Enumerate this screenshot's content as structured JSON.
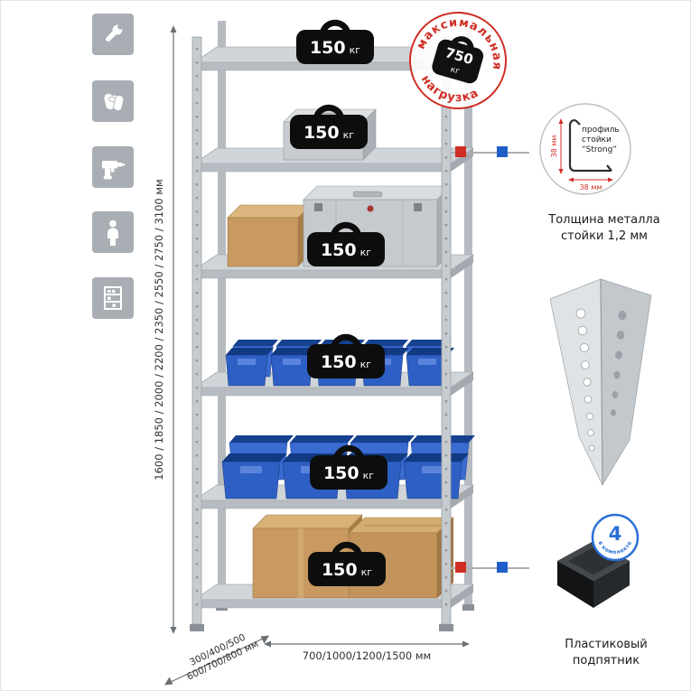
{
  "colors": {
    "accent_red": "#cf2e24",
    "accent_blue": "#1f5fc9",
    "metal_gray": "#c6cbcf",
    "bin_blue": "#2e5fc4",
    "box_tan": "#c89a62",
    "badge_black": "#0d0d0d"
  },
  "icons": [
    {
      "name": "wrench-icon"
    },
    {
      "name": "gloves-icon"
    },
    {
      "name": "drill-icon"
    },
    {
      "name": "person-icon"
    },
    {
      "name": "rack-icon"
    }
  ],
  "badge": {
    "value": "150",
    "unit": "кг"
  },
  "stamp": {
    "arc_top": "максимальная",
    "arc_bottom": "нагрузка",
    "value": "750",
    "unit": "кг"
  },
  "dims": {
    "height": "1600 / 1850 / 2000 / 2200 / 2350 / 2550 / 2750 / 3100 мм",
    "depth1": "300/400/500",
    "depth2": "600/700/800 мм",
    "width": "700/1000/1200/1500 мм"
  },
  "profile": {
    "l1": "профиль",
    "l2": "стойки",
    "l3": "“Strong”",
    "dv": "38 мм",
    "dh": "38 мм",
    "cap1": "Толщина металла",
    "cap2": "стойки 1,2 мм"
  },
  "foot": {
    "num": "4",
    "kit": "в комплекте",
    "cap1": "Пластиковый",
    "cap2": "подпятник"
  }
}
